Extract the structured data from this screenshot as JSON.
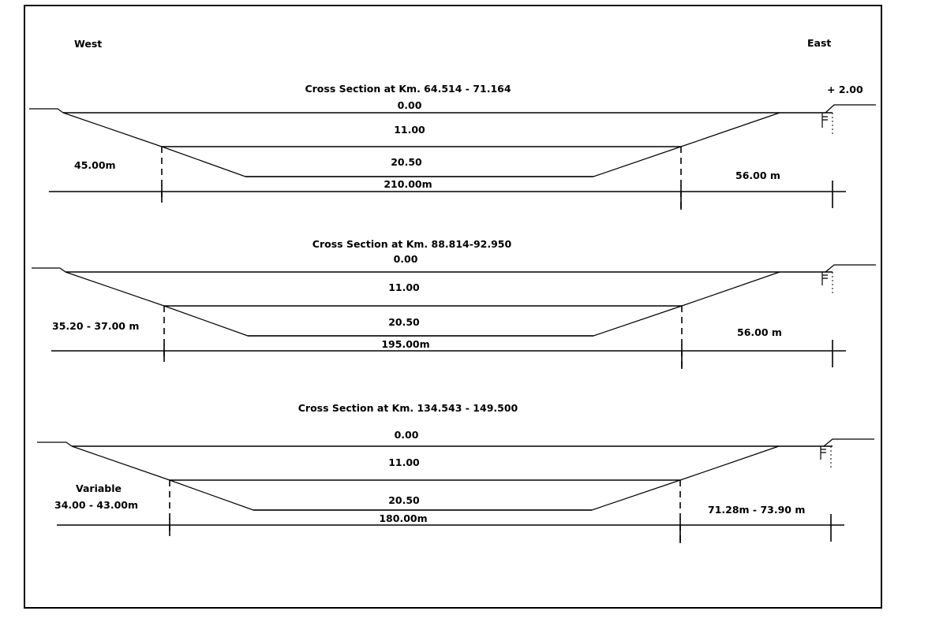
{
  "labels": {
    "west": "West",
    "east": "East",
    "east_height": "+ 2.00"
  },
  "sections": [
    {
      "title": "Cross Section at Km. 64.514 - 71.164",
      "depth_top": "0.00",
      "depth_mid": "11.00",
      "depth_bottom": "20.50",
      "width": "210.00m",
      "left_width_line1": "",
      "left_width": "45.00m",
      "right_width": "56.00 m"
    },
    {
      "title": "Cross Section at Km. 88.814-92.950",
      "depth_top": "0.00",
      "depth_mid": "11.00",
      "depth_bottom": "20.50",
      "width": "195.00m",
      "left_width_line1": "",
      "left_width": "35.20 - 37.00 m",
      "right_width": "56.00 m"
    },
    {
      "title": "Cross Section at Km. 134.543 - 149.500",
      "depth_top": "0.00",
      "depth_mid": "11.00",
      "depth_bottom": "20.50",
      "width": "180.00m",
      "left_width_line1": "Variable",
      "left_width": "34.00 - 43.00m",
      "right_width": "71.28m - 73.90 m"
    }
  ]
}
